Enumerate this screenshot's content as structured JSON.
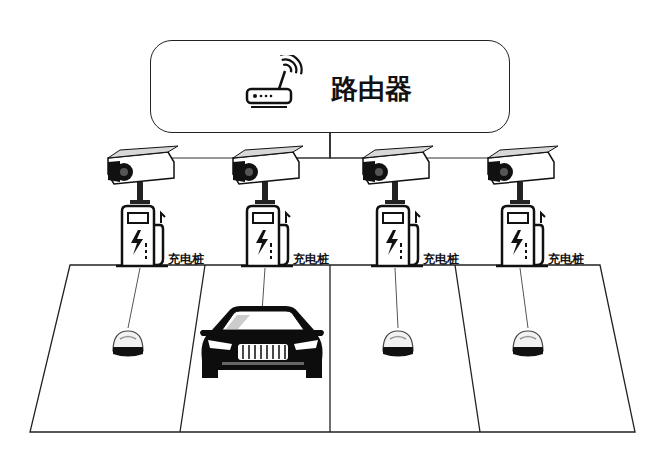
{
  "diagram": {
    "nodes": [
      {
        "text": [
          "路由器"
        ]
      },
      {
        "text": [
          "充电桩"
        ]
      },
      {
        "text": [
          "充电桩"
        ]
      },
      {
        "text": [
          "充电桩"
        ]
      },
      {
        "text": [
          "充电桩"
        ]
      }
    ],
    "edges": [
      {
        "from": 0,
        "to": 1,
        "arrow": "none"
      },
      {
        "from": 0,
        "to": 2,
        "arrow": "none"
      },
      {
        "from": 0,
        "to": 3,
        "arrow": "none"
      },
      {
        "from": 0,
        "to": 4,
        "arrow": "none"
      }
    ]
  }
}
